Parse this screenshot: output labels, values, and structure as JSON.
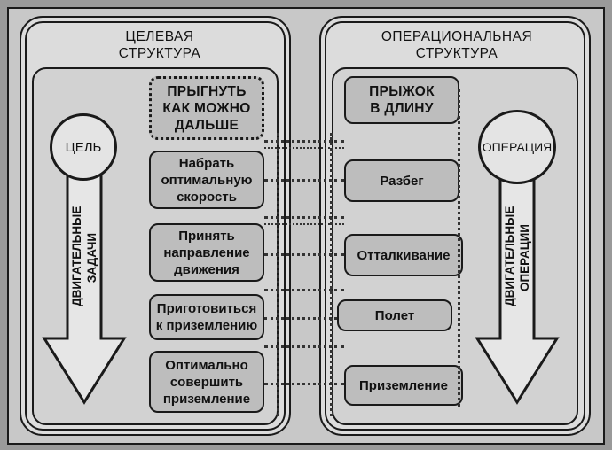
{
  "left_panel": {
    "title_line1": "ЦЕЛЕВАЯ",
    "title_line2": "СТРУКТУРА",
    "circle": "ЦЕЛЬ",
    "arrow_line1": "ДВИГАТЕЛЬНЫЕ",
    "arrow_line2": "ЗАДАЧИ",
    "boxes": [
      {
        "line1": "ПРЫГНУТЬ",
        "line2": "КАК МОЖНО",
        "line3": "ДАЛЬШЕ"
      },
      {
        "line1": "Набрать",
        "line2": "оптимальную",
        "line3": "скорость"
      },
      {
        "line1": "Принять",
        "line2": "направление",
        "line3": "движения"
      },
      {
        "line1": "Приготовиться",
        "line2": "к приземлению"
      },
      {
        "line1": "Оптимально",
        "line2": "совершить",
        "line3": "приземление"
      }
    ]
  },
  "right_panel": {
    "title_line1": "ОПЕРАЦИОНАЛЬНАЯ",
    "title_line2": "СТРУКТУРА",
    "circle": "ОПЕРАЦИЯ",
    "arrow_line1": "ДВИГАТЕЛЬНЫЕ",
    "arrow_line2": "ОПЕРАЦИИ",
    "boxes": [
      {
        "line1": "ПРЫЖОК",
        "line2": "В ДЛИНУ"
      },
      {
        "line1": "Разбег"
      },
      {
        "line1": "Отталкивание"
      },
      {
        "line1": "Полет"
      },
      {
        "line1": "Приземление"
      }
    ]
  }
}
